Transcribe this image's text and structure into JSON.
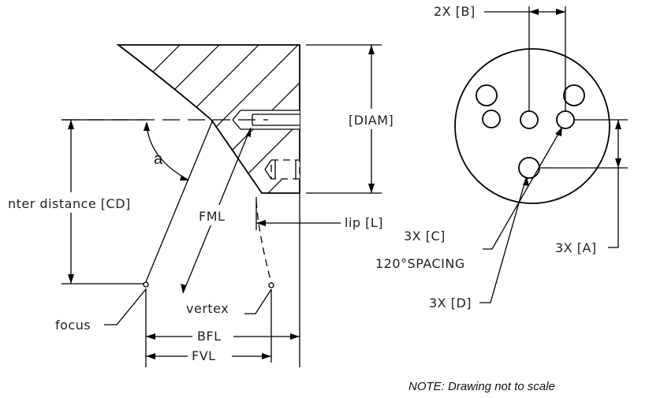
{
  "side_view": {
    "labels": {
      "diameter": "[DIAM]",
      "angle": "a",
      "center_distance": "nter distance [CD]",
      "fml": "FML",
      "lip": "lip [L]",
      "vertex": "vertex",
      "focus": "focus",
      "bfl": "BFL",
      "fvl": "FVL"
    }
  },
  "end_view": {
    "labels": {
      "hole_spacing_b": "2X [B]",
      "hole_c": "3X [C]",
      "spacing": "120°SPACING",
      "hole_a": "3X [A]",
      "hole_d": "3X [D]"
    }
  },
  "note": "NOTE: Drawing not to scale"
}
